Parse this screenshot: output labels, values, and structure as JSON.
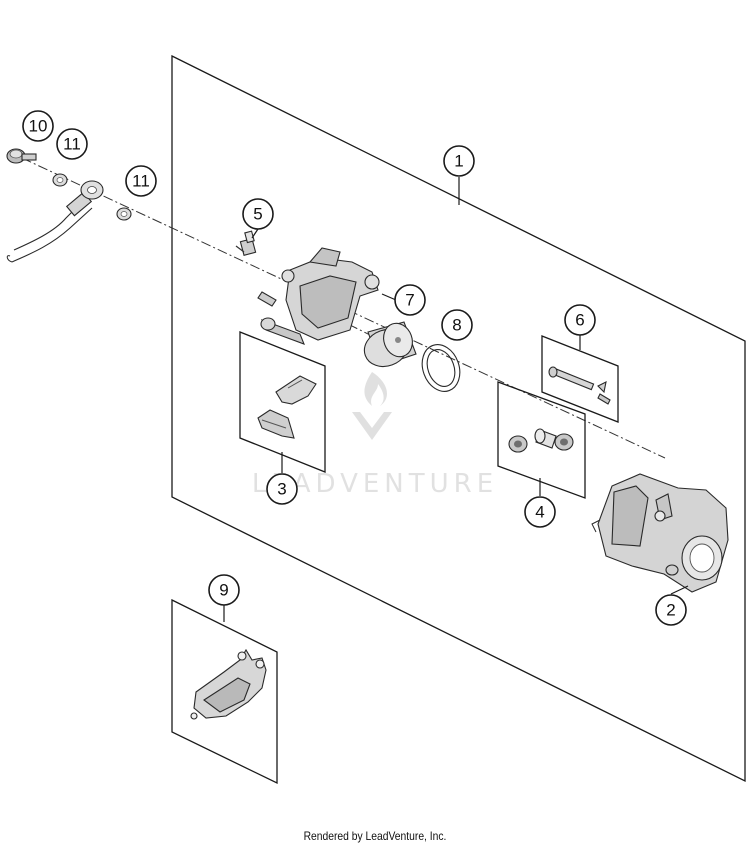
{
  "callouts": {
    "c1": "1",
    "c2": "2",
    "c3": "3",
    "c4": "4",
    "c5": "5",
    "c6": "6",
    "c7": "7",
    "c8": "8",
    "c9": "9",
    "c10": "10",
    "c11a": "11",
    "c11b": "11"
  },
  "watermark": "LEADVENTURE",
  "footer": "Rendered by LeadVenture, Inc.",
  "colors": {
    "line": "#1a1a1a",
    "part_fill": "#d9d9d9",
    "part_shadow": "#9a9a9a",
    "watermark": "#c9c9c9"
  }
}
